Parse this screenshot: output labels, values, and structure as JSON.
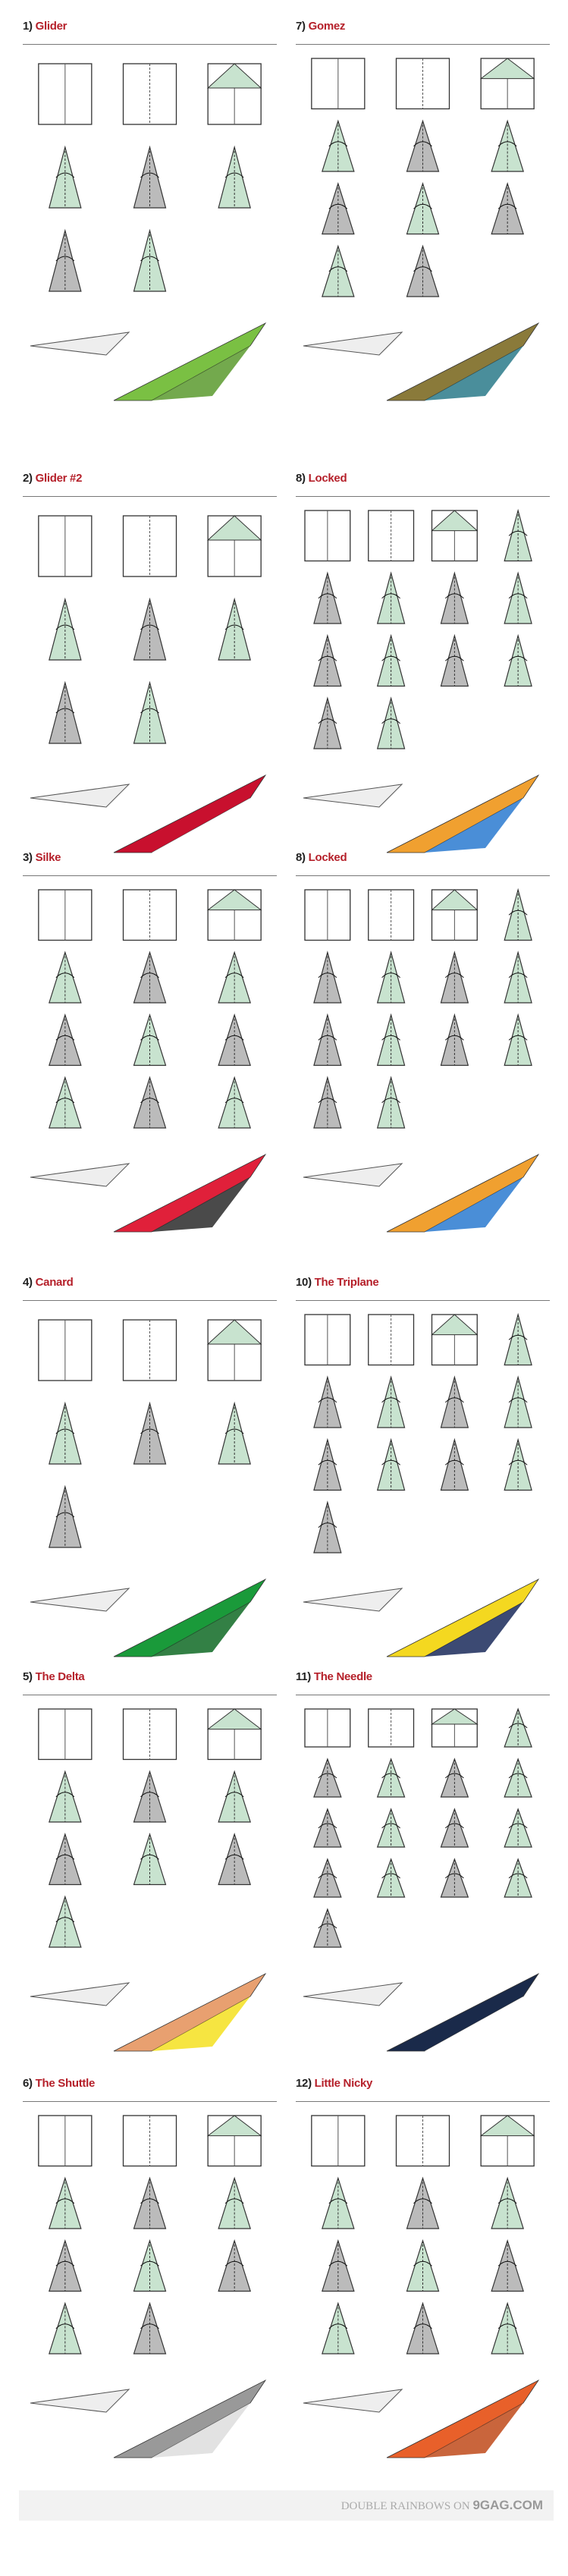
{
  "sections": [
    {
      "num": "1)",
      "name": "Glider",
      "steps": 8,
      "plane_colors": [
        "#7ac043",
        "#5a9a2e"
      ]
    },
    {
      "num": "2)",
      "name": "Glider #2",
      "steps": 8,
      "plane_colors": [
        "#c8102e",
        "#ffffff"
      ]
    },
    {
      "num": "3)",
      "name": "Silke",
      "steps": 12,
      "plane_colors": [
        "#e0203a",
        "#2a2a2a"
      ]
    },
    {
      "num": "4)",
      "name": "Canard",
      "steps": 7,
      "plane_colors": [
        "#1a9a3a",
        "#0f6a25"
      ]
    },
    {
      "num": "5)",
      "name": "The Delta",
      "steps": 10,
      "plane_colors": [
        "#e8a070",
        "#f4e020"
      ]
    },
    {
      "num": "6)",
      "name": "The Shuttle",
      "steps": 11,
      "plane_colors": [
        "#999999",
        "#dddddd"
      ]
    },
    {
      "num": "7)",
      "name": "Gomez",
      "steps": 11,
      "plane_colors": [
        "#8a7a3a",
        "#2a7a8a"
      ]
    },
    {
      "num": "8)",
      "name": "Locked",
      "steps": 14,
      "plane_colors": [
        "#f0a030",
        "#2a7ad0"
      ]
    },
    {
      "num": "8)",
      "name": "Locked",
      "steps": 14,
      "plane_colors": [
        "#f0a030",
        "#2a7ad0"
      ]
    },
    {
      "num": "10)",
      "name": "The Triplane",
      "steps": 13,
      "plane_colors": [
        "#f4d820",
        "#1a2a5a"
      ]
    },
    {
      "num": "11)",
      "name": "The Needle",
      "steps": 17,
      "plane_colors": [
        "#1a2a4a",
        "#ffffff"
      ]
    },
    {
      "num": "12)",
      "name": "Little Nicky",
      "steps": 12,
      "plane_colors": [
        "#e8602a",
        "#c04a1a"
      ]
    }
  ],
  "footer": {
    "prefix": "DOUBLE RAINBOWS ON",
    "site": "9GAG.COM"
  }
}
